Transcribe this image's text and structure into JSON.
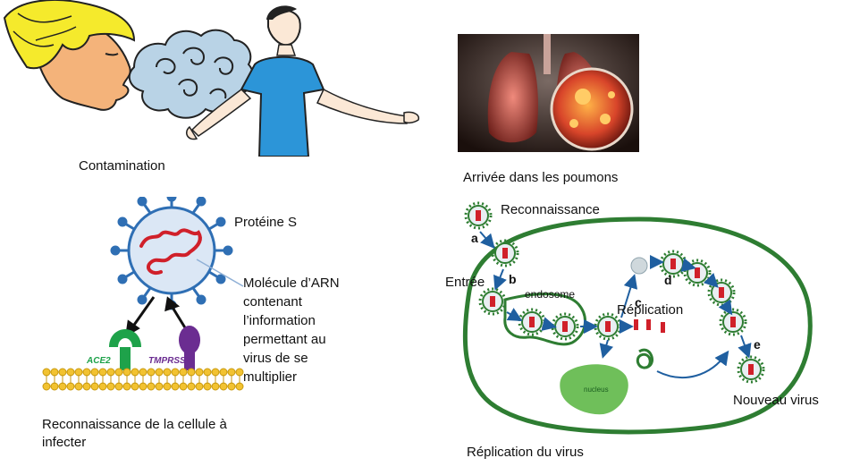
{
  "captions": {
    "contamination": "Contamination",
    "lungs": "Arrivée dans les poumons",
    "recognition_cell": "Reconnaissance de la cellule à infecter",
    "replication_title": "Réplication du virus"
  },
  "virus_panel": {
    "protein_s": "Protéine S",
    "molecule_text": "Molécule d’ARN contenant l’information permettant au virus de se multiplier",
    "ace2": "ACE2",
    "tmprss2": "TMPRSS2"
  },
  "replication": {
    "reconnaissance": "Reconnaissance",
    "entree": "Entrée",
    "replication": "Réplication",
    "endosome": "endosome",
    "nucleus": "nucleus",
    "nouveau_virus": "Nouveau virus",
    "step_a": "a",
    "step_b": "b",
    "step_c": "c",
    "step_d": "d",
    "step_e": "e"
  },
  "colors": {
    "virus_blue": "#2f6fb4",
    "rna_red": "#d0202a",
    "ace2_green": "#1ea24a",
    "tmprss2_purple": "#6b2d91",
    "membrane_yellow": "#f2c230",
    "cell_green": "#2e7d32",
    "arrow_blue": "#1f5fa0",
    "nucleus_green": "#6fbf5a"
  }
}
